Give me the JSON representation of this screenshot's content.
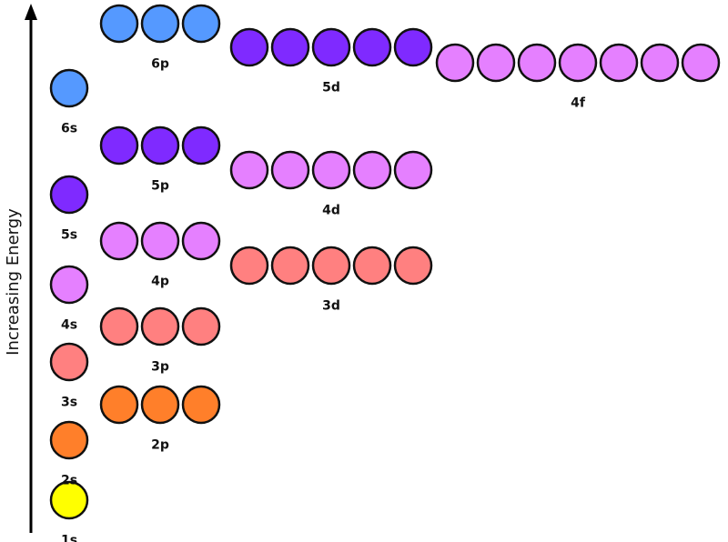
{
  "axis": {
    "label": "Increasing Energy"
  },
  "colors": {
    "1s": "#ffff00",
    "2": "#ff7f2a",
    "3": "#ff8080",
    "4": "#e580ff",
    "5": "#7f2aff",
    "6": "#5599ff"
  },
  "subshells": [
    {
      "name": "1s",
      "orbitals": 1,
      "color_key": "1s"
    },
    {
      "name": "2s",
      "orbitals": 1,
      "color_key": "2"
    },
    {
      "name": "2p",
      "orbitals": 3,
      "color_key": "2"
    },
    {
      "name": "3s",
      "orbitals": 1,
      "color_key": "3"
    },
    {
      "name": "3p",
      "orbitals": 3,
      "color_key": "3"
    },
    {
      "name": "4s",
      "orbitals": 1,
      "color_key": "4"
    },
    {
      "name": "3d",
      "orbitals": 5,
      "color_key": "3"
    },
    {
      "name": "4p",
      "orbitals": 3,
      "color_key": "4"
    },
    {
      "name": "5s",
      "orbitals": 1,
      "color_key": "5"
    },
    {
      "name": "4d",
      "orbitals": 5,
      "color_key": "4"
    },
    {
      "name": "5p",
      "orbitals": 3,
      "color_key": "5"
    },
    {
      "name": "6s",
      "orbitals": 1,
      "color_key": "6"
    },
    {
      "name": "4f",
      "orbitals": 7,
      "color_key": "4"
    },
    {
      "name": "5d",
      "orbitals": 5,
      "color_key": "5"
    },
    {
      "name": "6p",
      "orbitals": 3,
      "color_key": "6"
    }
  ]
}
